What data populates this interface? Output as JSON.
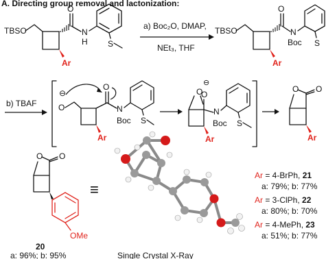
{
  "title": "A. Directing group removal and lactonization:",
  "step_a": {
    "label": "a) Boc₂O, DMAP,",
    "conditions": "NEt₃, THF"
  },
  "step_b": {
    "label": "b) TBAF"
  },
  "atoms": {
    "tbso": "TBSO",
    "o": "O",
    "n": "N",
    "h": "H",
    "s": "S",
    "ar": "Ar",
    "boc": "Boc",
    "ome": "OMe",
    "neg": "⊖"
  },
  "compound20": {
    "number": "20",
    "yields": "a: 96%; b: 95%"
  },
  "xray_label": "Single Crystal X-Ray",
  "equivalence": "≡",
  "substrates": [
    {
      "ar_label": "Ar",
      "eq": " = 4-BrPh, ",
      "number": "21",
      "yields": "a: 79%; b: 77%"
    },
    {
      "ar_label": "Ar",
      "eq": " = 3-ClPh, ",
      "number": "22",
      "yields": "a: 80%; b: 70%"
    },
    {
      "ar_label": "Ar",
      "eq": " = 4-MePh, ",
      "number": "23",
      "yields": "a: 51%; b: 77%"
    }
  ],
  "colors": {
    "accent": "#e0231c",
    "oxygen": "#d51a1a",
    "carbon": "#9a9a9a"
  }
}
